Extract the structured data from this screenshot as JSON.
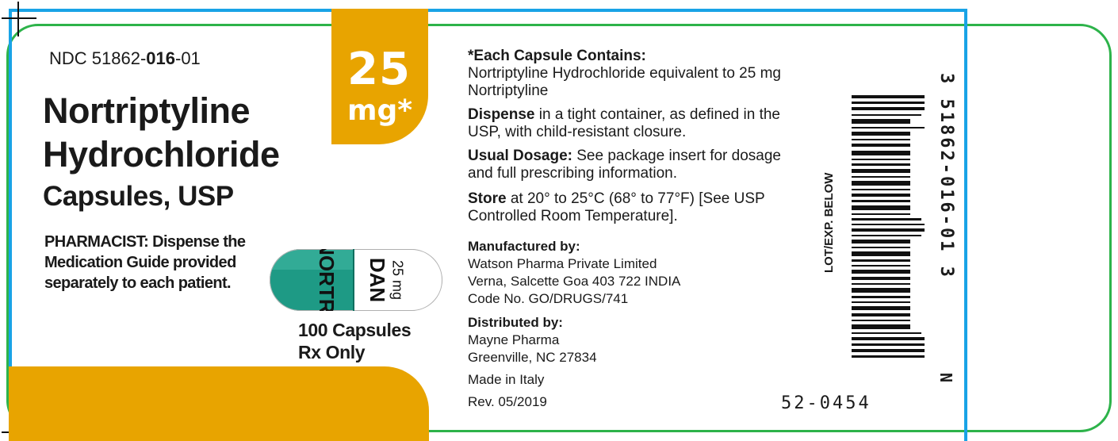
{
  "ndc": {
    "prefix": "NDC 51862-",
    "product": "016",
    "suffix": "-01"
  },
  "product": {
    "name_line1": "Nortriptyline",
    "name_line2": "Hydrochloride",
    "form": "Capsules, USP"
  },
  "strength": {
    "amount": "25",
    "unit": "mg*"
  },
  "pharmacist_note": "PHARMACIST: Dispense the Medication Guide provided separately to each patient.",
  "package": {
    "count": "100 Capsules",
    "rx": "Rx Only"
  },
  "capsule_imprint": {
    "cap": "NORTRI",
    "body_logo": "DAN",
    "body_strength": "25 mg"
  },
  "composition": {
    "heading": "*Each Capsule Contains:",
    "text": "Nortriptyline Hydrochloride equivalent to 25 mg Nortriptyline"
  },
  "dispense": {
    "label": "Dispense",
    "text": " in a tight container, as defined in the USP, with child-resistant closure."
  },
  "dosage": {
    "label": "Usual Dosage:",
    "text": " See package insert for dosage and full prescribing information."
  },
  "storage": {
    "label": "Store",
    "text": " at 20° to 25°C (68° to 77°F) [See USP Controlled Room Temperature]."
  },
  "manufacturer": {
    "label": "Manufactured by:",
    "name": "Watson Pharma Private Limited",
    "address": "Verna, Salcette Goa 403 722 INDIA",
    "code": "Code No. GO/DRUGS/741"
  },
  "distributor": {
    "label": "Distributed by:",
    "name": "Mayne Pharma",
    "address": "Greenville, NC 27834"
  },
  "origin": "Made in Italy",
  "revision": "Rev. 05/2019",
  "lot_label": "LOT/EXP. BELOW",
  "barcode": {
    "digits": "3 51862-016-01 3",
    "check": "N"
  },
  "item_code": "52-0454",
  "colors": {
    "accent_orange": "#e8a400",
    "frame_green": "#2db34a",
    "frame_blue": "#19a3e6",
    "capsule_teal": "#1e9a85"
  }
}
